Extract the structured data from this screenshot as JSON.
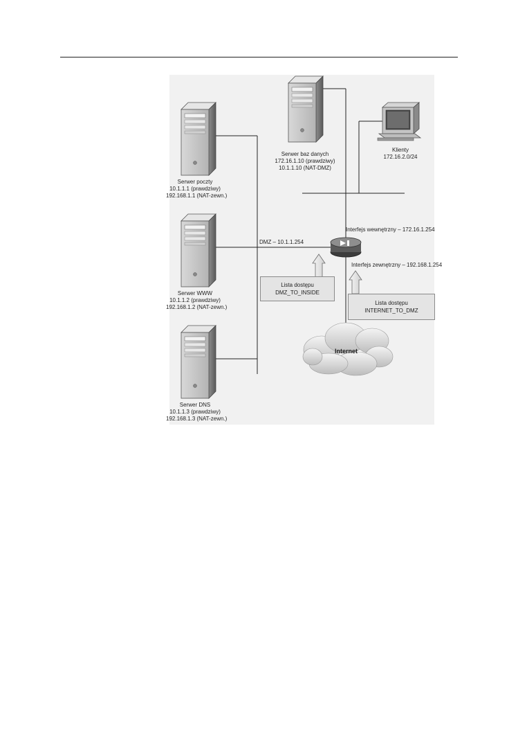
{
  "servers": {
    "mail": {
      "name": "Serwer poczty",
      "real": "10.1.1.1 (prawdziwy)",
      "nat": "192.168.1.1 (NAT-zewn.)"
    },
    "www": {
      "name": "Serwer WWW",
      "real": "10.1.1.2 (prawdziwy)",
      "nat": "192.168.1.2 (NAT-zewn.)"
    },
    "dns": {
      "name": "Serwer DNS",
      "real": "10.1.1.3 (prawdziwy)",
      "nat": "192.168.1.3 (NAT-zewn.)"
    },
    "db": {
      "name": "Serwer baz danych",
      "real": "172.16.1.10 (prawdziwy)",
      "nat": "10.1.1.10 (NAT-DMZ)"
    }
  },
  "clients": {
    "name": "Klienty",
    "network": "172.16.2.0/24"
  },
  "links": {
    "dmz": "DMZ – 10.1.1.254",
    "inside_if": "Interfejs wewnętrzny – 172.16.1.254",
    "outside_if": "Interfejs zewnętrzny – 192.168.1.254"
  },
  "acl": {
    "dmz_to_inside": {
      "title": "Lista dostępu",
      "name": "DMZ_TO_INSIDE"
    },
    "internet_to_dmz": {
      "title": "Lista dostępu",
      "name": "INTERNET_TO_DMZ"
    }
  },
  "internet": "Internet"
}
